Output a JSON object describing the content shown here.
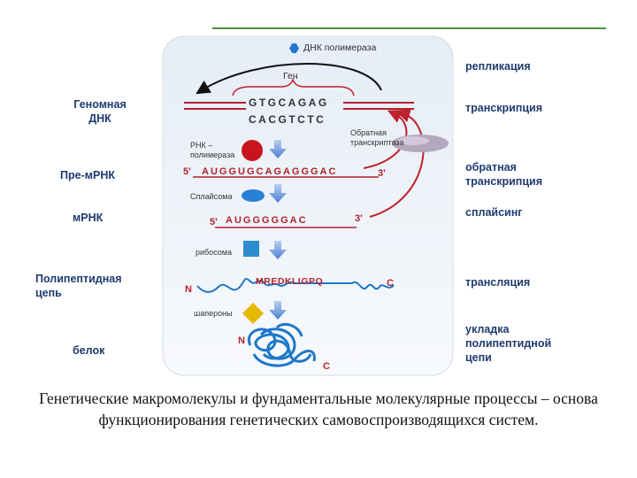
{
  "colors": {
    "accent_line": "#4a8f3a",
    "label_blue": "#1e3a6e",
    "dna_red": "#b0222c",
    "arrow_blue": "#5b8fd6"
  },
  "top_enzyme": "ДНК полимераза",
  "gene_label": "Ген",
  "dna_top_seq": "GTGCAGAG",
  "dna_bottom_seq": "CACGTCTC",
  "rnap_label": "РНК –\nполимераза",
  "rt_label": "Обратная\nтранскриптаза",
  "premrna": {
    "five": "5'",
    "seq": "AUGGUGCAGAGGGAC",
    "three": "3'"
  },
  "spliceosome_label": "Сплайсома",
  "mrna": {
    "five": "5'",
    "seq": "AUGGGGGAC",
    "three": "3'"
  },
  "ribosome_label": "рибосома",
  "polypeptide": {
    "n": "N",
    "seq": "MREDKLIGPQ",
    "c": "C"
  },
  "chaperones_label": "шапероны",
  "protein": {
    "n": "N",
    "c": "C"
  },
  "left_labels": [
    "Геномная\nДНК",
    "Пре-мРНК",
    "мРНК",
    "Полипептидная\nцепь",
    "белок"
  ],
  "right_labels": [
    "репликация",
    "транскрипция",
    "обратная\nтранскрипция",
    "сплайсинг",
    "трансляция",
    "укладка\nполипептидной\nцепи"
  ],
  "caption": "Генетические макромолекулы и фундаментальные молекулярные процессы – основа функционирования генетических самовоспроизводящихся систем."
}
